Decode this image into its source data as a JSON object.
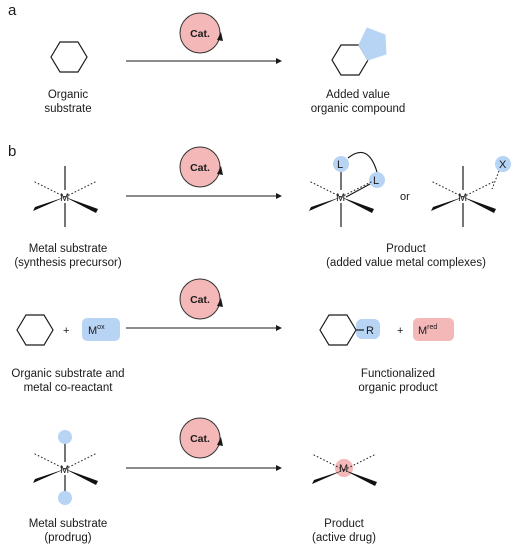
{
  "colors": {
    "catalyst_fill": "#f4b8b8",
    "catalyst_stroke": "#333333",
    "blue": "#b8d4f4",
    "pink": "#f4b8b8"
  },
  "panels": {
    "a": "a",
    "b": "b"
  },
  "catalyst_label": "Cat.",
  "rows": [
    {
      "left_label": [
        "Organic",
        "substrate"
      ],
      "right_label": [
        "Added value",
        "organic compound"
      ]
    },
    {
      "metal_symbol": "M",
      "ligand_symbol": "L",
      "x_symbol": "X",
      "or_label": "or",
      "left_label": [
        "Metal substrate",
        "(synthesis precursor)"
      ],
      "right_label": [
        "Product",
        "(added value metal complexes)"
      ]
    },
    {
      "plus": "+",
      "reactant_base": "M",
      "reactant_sup": "ox",
      "r_label": "R",
      "byproduct_base": "M",
      "byproduct_sup": "red",
      "left_label": [
        "Organic substrate and",
        "metal co-reactant"
      ],
      "right_label": [
        "Functionalized",
        "organic product"
      ]
    },
    {
      "metal_symbol": "M",
      "left_label": [
        "Metal substrate",
        "(prodrug)"
      ],
      "right_label": [
        "Product",
        "(active drug)"
      ]
    }
  ]
}
